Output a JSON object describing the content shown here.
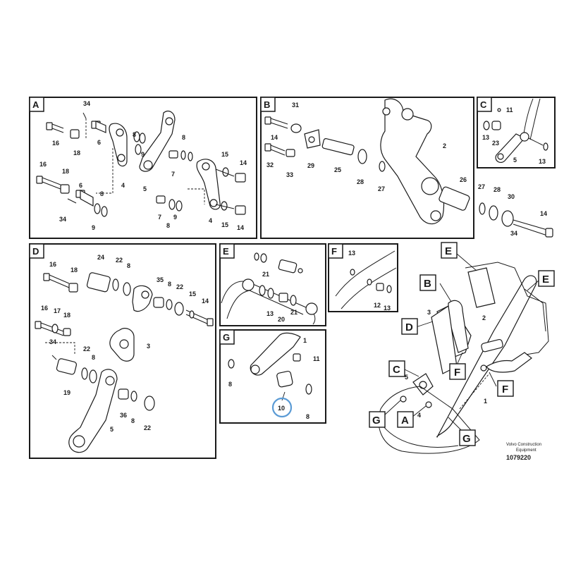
{
  "panels": {
    "A": {
      "letter": "A",
      "callouts": [
        "34",
        "16",
        "18",
        "6",
        "4",
        "8",
        "9",
        "8",
        "7",
        "5",
        "15",
        "14",
        "16",
        "18",
        "6",
        "8",
        "34",
        "9",
        "7",
        "8",
        "9",
        "4",
        "15",
        "14"
      ]
    },
    "B": {
      "letter": "B",
      "callouts": [
        "31",
        "14",
        "29",
        "25",
        "2",
        "32",
        "33",
        "28",
        "27",
        "26",
        "27",
        "28",
        "30",
        "34",
        "14"
      ]
    },
    "C": {
      "letter": "C",
      "callouts": [
        "11",
        "13",
        "23",
        "5",
        "13"
      ]
    },
    "D": {
      "letter": "D",
      "callouts": [
        "16",
        "18",
        "24",
        "22",
        "8",
        "35",
        "8",
        "22",
        "15",
        "14",
        "16",
        "17",
        "18",
        "3",
        "34",
        "22",
        "8",
        "19",
        "5",
        "36",
        "8",
        "22"
      ]
    },
    "E": {
      "letter": "E",
      "callouts": [
        "21",
        "13",
        "20",
        "21"
      ]
    },
    "F": {
      "letter": "F",
      "callouts": [
        "13",
        "12",
        "13"
      ]
    },
    "G": {
      "letter": "G",
      "callouts": [
        "1",
        "11",
        "8",
        "10",
        "8"
      ]
    }
  },
  "overview": {
    "view_labels": [
      "E",
      "B",
      "E",
      "D",
      "C",
      "F",
      "F",
      "G",
      "A",
      "G"
    ],
    "callouts": [
      "3",
      "2",
      "5",
      "4",
      "1"
    ]
  },
  "highlight": {
    "panel": "G",
    "part": "10"
  },
  "footer": {
    "company_line1": "Volvo Construction",
    "company_line2": "Equipment",
    "drawing_number": "1079220"
  }
}
